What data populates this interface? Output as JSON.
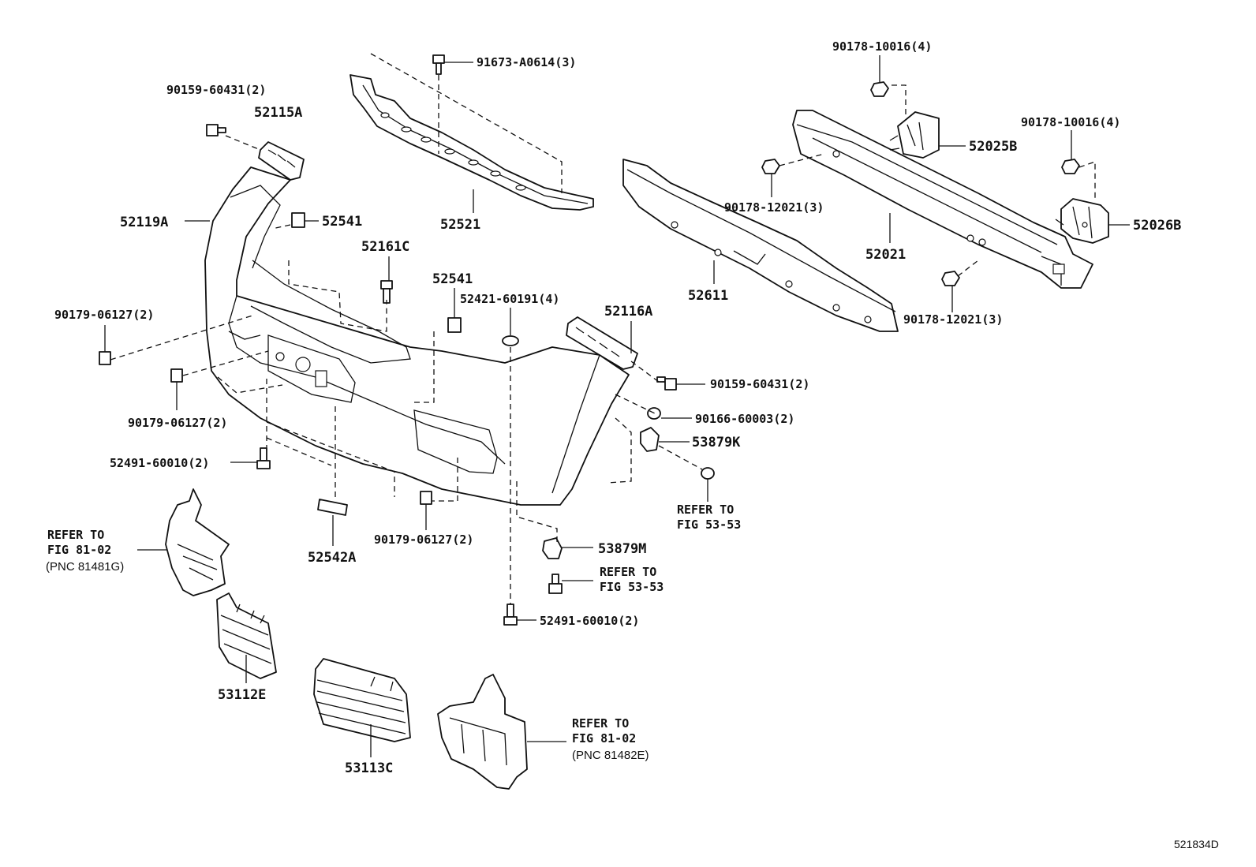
{
  "figure_id": "521834D",
  "labels": {
    "p52115A": "52115A",
    "p90159_60431_a": "90159-60431(2)",
    "p52119A": "52119A",
    "p52541_a": "52541",
    "p52161C": "52161C",
    "p52541_b": "52541",
    "p52421": "52421-60191(4)",
    "p91673": "91673-A0614(3)",
    "p52521": "52521",
    "p90178_10016_a": "90178-10016(4)",
    "p52025B": "52025B",
    "p90178_10016_b": "90178-10016(4)",
    "p52026B": "52026B",
    "p90178_12021_a": "90178-12021(3)",
    "p52021": "52021",
    "p52611": "52611",
    "p90178_12021_b": "90178-12021(3)",
    "p52116A": "52116A",
    "p90159_60431_b": "90159-60431(2)",
    "p90166": "90166-60003(2)",
    "p53879K": "53879K",
    "p90179_a": "90179-06127(2)",
    "p90179_b": "90179-06127(2)",
    "p90179_c": "90179-06127(2)",
    "p52491_a": "52491-60010(2)",
    "p52491_b": "52491-60010(2)",
    "p52542A": "52542A",
    "p53879M": "53879M",
    "p53112E": "53112E",
    "p53113C": "53113C"
  },
  "references": {
    "left_refer": "REFER TO",
    "left_fig": "FIG 81-02",
    "left_pnc": "(PNC 81481G)",
    "right_refer": "REFER TO",
    "right_fig": "FIG 81-02",
    "right_pnc": "(PNC 81482E)",
    "ref5353_a_refer": "REFER TO",
    "ref5353_a_fig": "FIG 53-53",
    "ref5353_b_refer": "REFER TO",
    "ref5353_b_fig": "FIG 53-53"
  },
  "colors": {
    "line": "#111111",
    "background": "#ffffff"
  }
}
